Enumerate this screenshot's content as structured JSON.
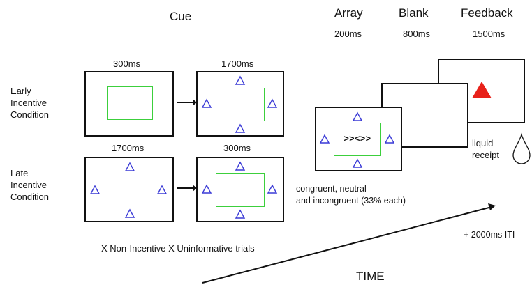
{
  "header": {
    "cue": "Cue",
    "array": "Array",
    "blank": "Blank",
    "feedback": "Feedback",
    "array_time": "200ms",
    "blank_time": "800ms",
    "feedback_time": "1500ms"
  },
  "early": {
    "label_line1": "Early",
    "label_line2": "Incentive",
    "label_line3": "Condition",
    "frame1_time": "300ms",
    "frame2_time": "1700ms"
  },
  "late": {
    "label_line1": "Late",
    "label_line2": "Incentive",
    "label_line3": "Condition",
    "frame1_time": "1700ms",
    "frame2_time": "300ms"
  },
  "array_panel": {
    "stimulus": ">><>>",
    "caption_line1": "congruent, neutral",
    "caption_line2": "and incongruent (33% each)"
  },
  "feedback_panel": {
    "caption_line1": "liquid",
    "caption_line2": "receipt"
  },
  "footer": {
    "trials_note": "X Non-Incentive X Uninformative trials",
    "iti": "+ 2000ms ITI",
    "time": "TIME"
  },
  "colors": {
    "frame": "#111111",
    "inner_rect": "#3ccf3c",
    "triangle": "#3a3ad6",
    "reward": "#e8211a"
  }
}
